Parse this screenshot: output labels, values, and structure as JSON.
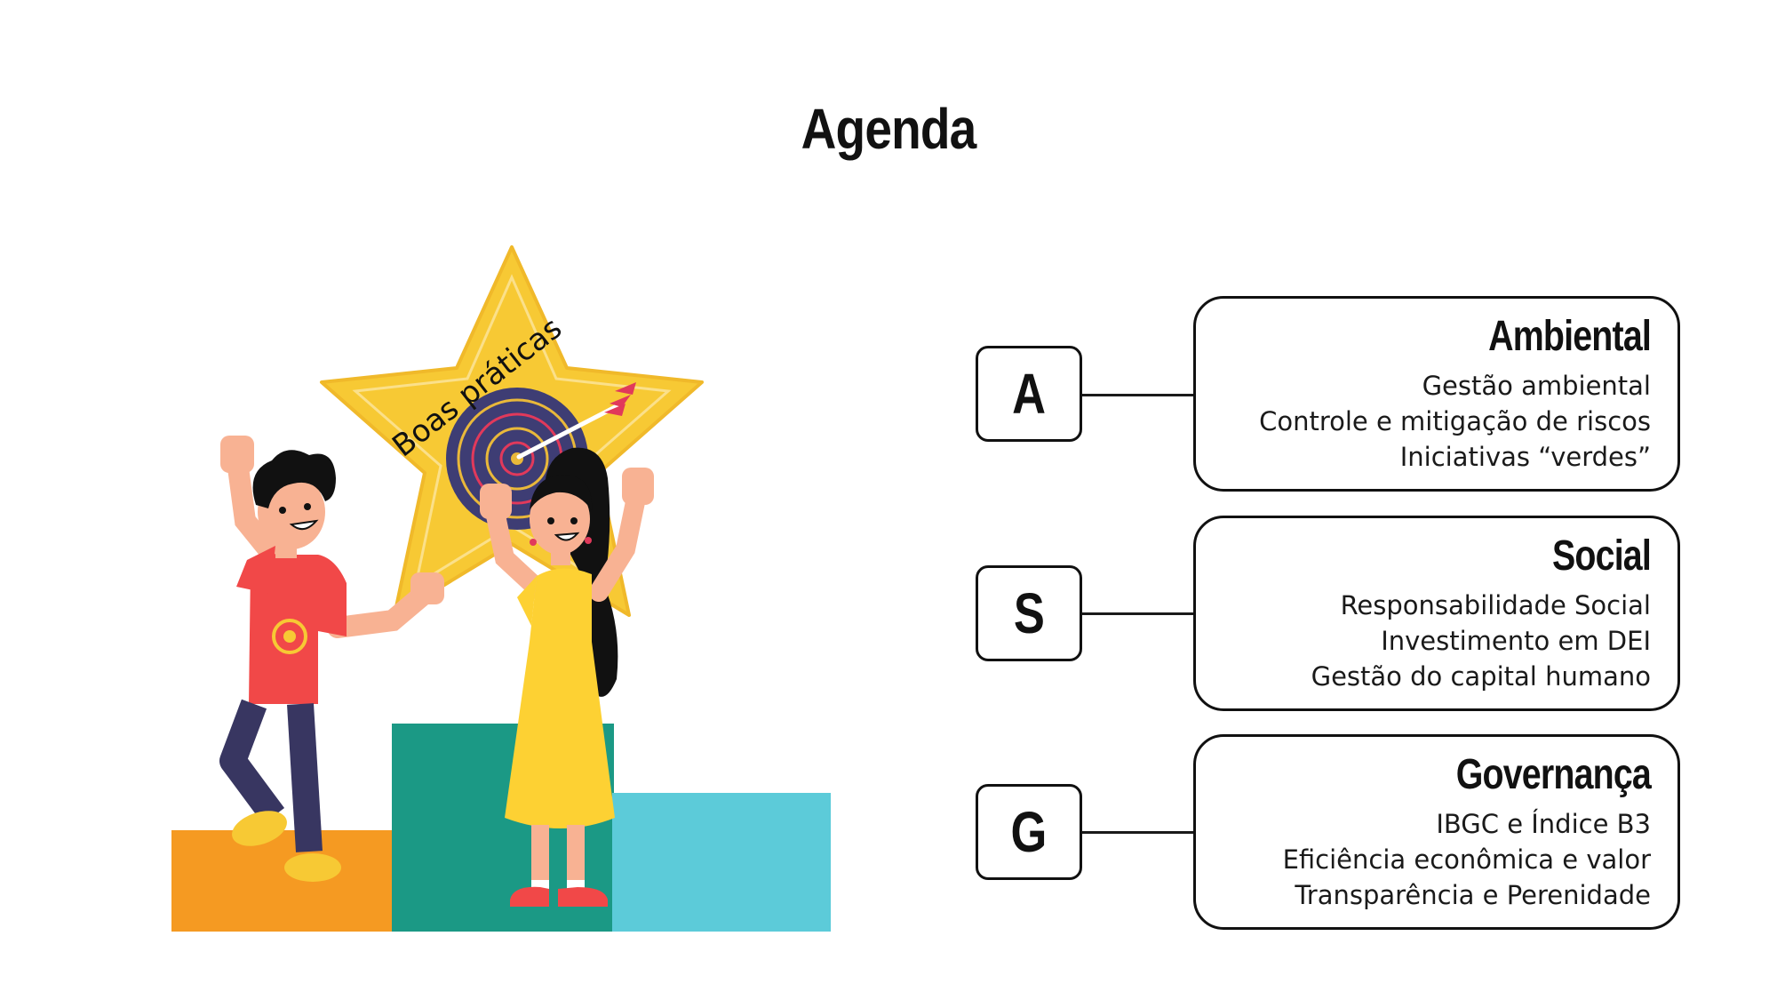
{
  "title": "Agenda",
  "illustration": {
    "star_label": "Boas práticas",
    "colors": {
      "star": "#F7C934",
      "target_ring": "#3E3D74",
      "target_accent": "#E1395B",
      "podium_left": "#F59A22",
      "podium_center": "#1B9985",
      "podium_right": "#5CCBD9",
      "boy_shirt": "#F14848",
      "boy_pants": "#383661",
      "girl_dress": "#FDD133",
      "skin": "#F8B293",
      "hair": "#111111"
    }
  },
  "pillars": [
    {
      "letter": "A",
      "title": "Ambiental",
      "items": [
        "Gestão ambiental",
        "Controle e mitigação de riscos",
        "Iniciativas “verdes”"
      ]
    },
    {
      "letter": "S",
      "title": "Social",
      "items": [
        "Responsabilidade Social",
        "Investimento em DEI",
        "Gestão do capital humano"
      ]
    },
    {
      "letter": "G",
      "title": "Governança",
      "items": [
        "IBGC e Índice B3",
        "Eficiência econômica e valor",
        "Transparência e Perenidade"
      ]
    }
  ]
}
